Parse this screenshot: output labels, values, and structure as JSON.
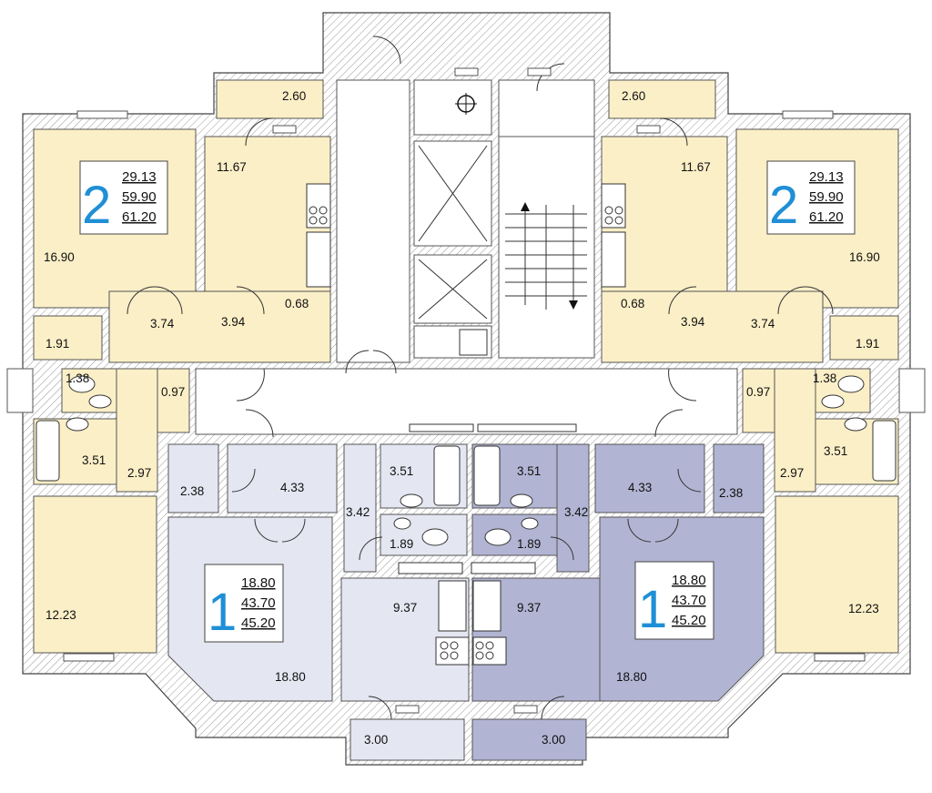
{
  "colors": {
    "two_room": "#fbefc7",
    "one_room_left": "#e4e6f1",
    "one_room_right": "#b2b4d3",
    "wall": "#ffffff",
    "wall_line": "#333333",
    "badge_digit": "#1f8fd6"
  },
  "apartments": {
    "left_two": {
      "rooms": "2",
      "living_area": "29.13",
      "total_area": "59.90",
      "full_area": "61.20",
      "room_areas": [
        "16.90",
        "11.67",
        "2.60",
        "3.74",
        "3.94",
        "0.68",
        "1.91",
        "1.38",
        "0.97",
        "3.51",
        "2.97",
        "12.23"
      ]
    },
    "right_two": {
      "rooms": "2",
      "living_area": "29.13",
      "total_area": "59.90",
      "full_area": "61.20",
      "room_areas": [
        "16.90",
        "11.67",
        "2.60",
        "3.74",
        "3.94",
        "0.68",
        "1.91",
        "1.38",
        "0.97",
        "3.51",
        "2.97",
        "12.23"
      ]
    },
    "left_one": {
      "rooms": "1",
      "living_area": "18.80",
      "total_area": "43.70",
      "full_area": "45.20",
      "room_areas": [
        "2.38",
        "4.33",
        "3.51",
        "3.42",
        "1.89",
        "9.37",
        "18.80",
        "3.00"
      ]
    },
    "right_one": {
      "rooms": "1",
      "living_area": "18.80",
      "total_area": "43.70",
      "full_area": "45.20",
      "room_areas": [
        "2.38",
        "4.33",
        "3.51",
        "3.42",
        "1.89",
        "9.37",
        "18.80",
        "3.00"
      ]
    }
  }
}
